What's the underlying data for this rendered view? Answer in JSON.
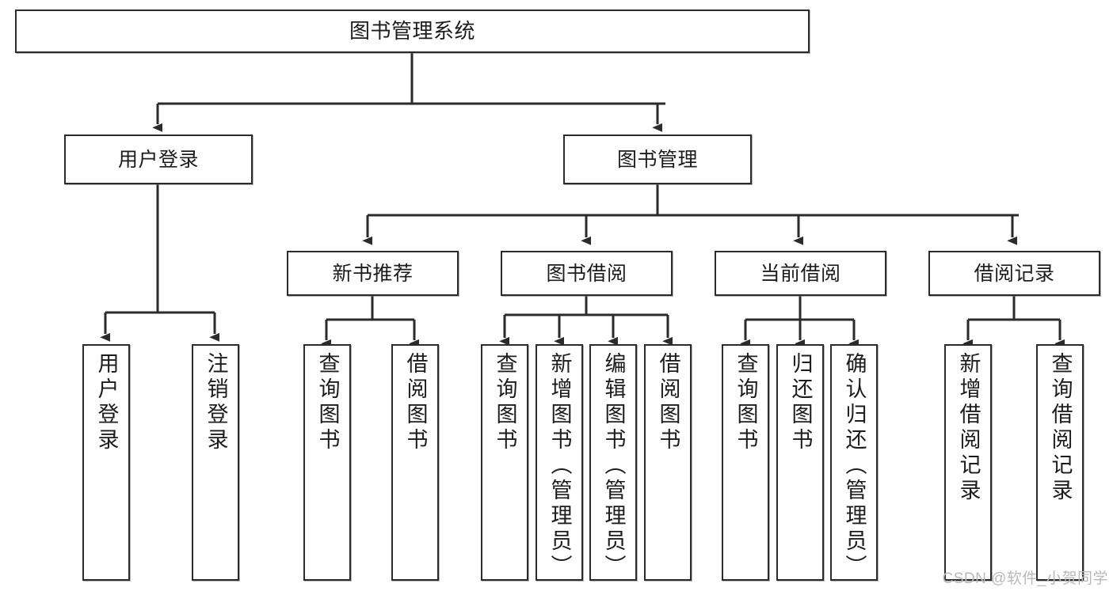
{
  "diagram": {
    "title": "图书管理系统",
    "type": "hierarchy-tree",
    "watermark": "CSDN @软件_小贺同学",
    "colors": {
      "box_border": "#2b2b2b",
      "box_fill": "#ffffff",
      "edge": "#2b2b2b",
      "text": "#1c1c1c",
      "watermark": "#b9b9b9"
    },
    "levels": {
      "level1": [
        "图书管理系统"
      ],
      "level2": [
        "用户登录",
        "图书管理"
      ],
      "level3": [
        "新书推荐",
        "图书借阅",
        "当前借阅",
        "借阅记录"
      ],
      "level4": [
        "用户登录",
        "注销登录",
        "查询图书",
        "借阅图书",
        "查询图书",
        "新增图书（管理员）",
        "编辑图书（管理员）",
        "借阅图书",
        "查询图书",
        "归还图书",
        "确认归还（管理员）",
        "新增借阅记录",
        "查询借阅记录"
      ]
    },
    "nodes": {
      "root": {
        "label": "图书管理系统"
      },
      "user_login": {
        "label": "用户登录"
      },
      "book_manage": {
        "label": "图书管理"
      },
      "new_book_rec": {
        "label": "新书推荐"
      },
      "book_borrow": {
        "label": "图书借阅"
      },
      "current_borrow": {
        "label": "当前借阅"
      },
      "borrow_record": {
        "label": "借阅记录"
      },
      "leaf_user_login": {
        "label": "用户登录"
      },
      "leaf_logout": {
        "label": "注销登录"
      },
      "leaf_query_book_1": {
        "label": "查询图书"
      },
      "leaf_borrow_book_1": {
        "label": "借阅图书"
      },
      "leaf_query_book_2": {
        "label": "查询图书"
      },
      "leaf_add_book_admin": {
        "label": "新增图书（管理员）"
      },
      "leaf_edit_book_admin": {
        "label": "编辑图书（管理员）"
      },
      "leaf_borrow_book_2": {
        "label": "借阅图书"
      },
      "leaf_query_book_3": {
        "label": "查询图书"
      },
      "leaf_return_book": {
        "label": "归还图书"
      },
      "leaf_confirm_return_admin": {
        "label": "确认归还（管理员）"
      },
      "leaf_add_borrow_record": {
        "label": "新增借阅记录"
      },
      "leaf_query_borrow_record": {
        "label": "查询借阅记录"
      }
    },
    "edges": [
      {
        "from": "root",
        "to": "user_login"
      },
      {
        "from": "root",
        "to": "book_manage"
      },
      {
        "from": "user_login",
        "to": "leaf_user_login"
      },
      {
        "from": "user_login",
        "to": "leaf_logout"
      },
      {
        "from": "book_manage",
        "to": "new_book_rec"
      },
      {
        "from": "book_manage",
        "to": "book_borrow"
      },
      {
        "from": "book_manage",
        "to": "current_borrow"
      },
      {
        "from": "book_manage",
        "to": "borrow_record"
      },
      {
        "from": "new_book_rec",
        "to": "leaf_query_book_1"
      },
      {
        "from": "new_book_rec",
        "to": "leaf_borrow_book_1"
      },
      {
        "from": "book_borrow",
        "to": "leaf_query_book_2"
      },
      {
        "from": "book_borrow",
        "to": "leaf_add_book_admin"
      },
      {
        "from": "book_borrow",
        "to": "leaf_edit_book_admin"
      },
      {
        "from": "book_borrow",
        "to": "leaf_borrow_book_2"
      },
      {
        "from": "current_borrow",
        "to": "leaf_query_book_3"
      },
      {
        "from": "current_borrow",
        "to": "leaf_return_book"
      },
      {
        "from": "current_borrow",
        "to": "leaf_confirm_return_admin"
      },
      {
        "from": "borrow_record",
        "to": "leaf_add_borrow_record"
      },
      {
        "from": "borrow_record",
        "to": "leaf_query_borrow_record"
      }
    ]
  }
}
